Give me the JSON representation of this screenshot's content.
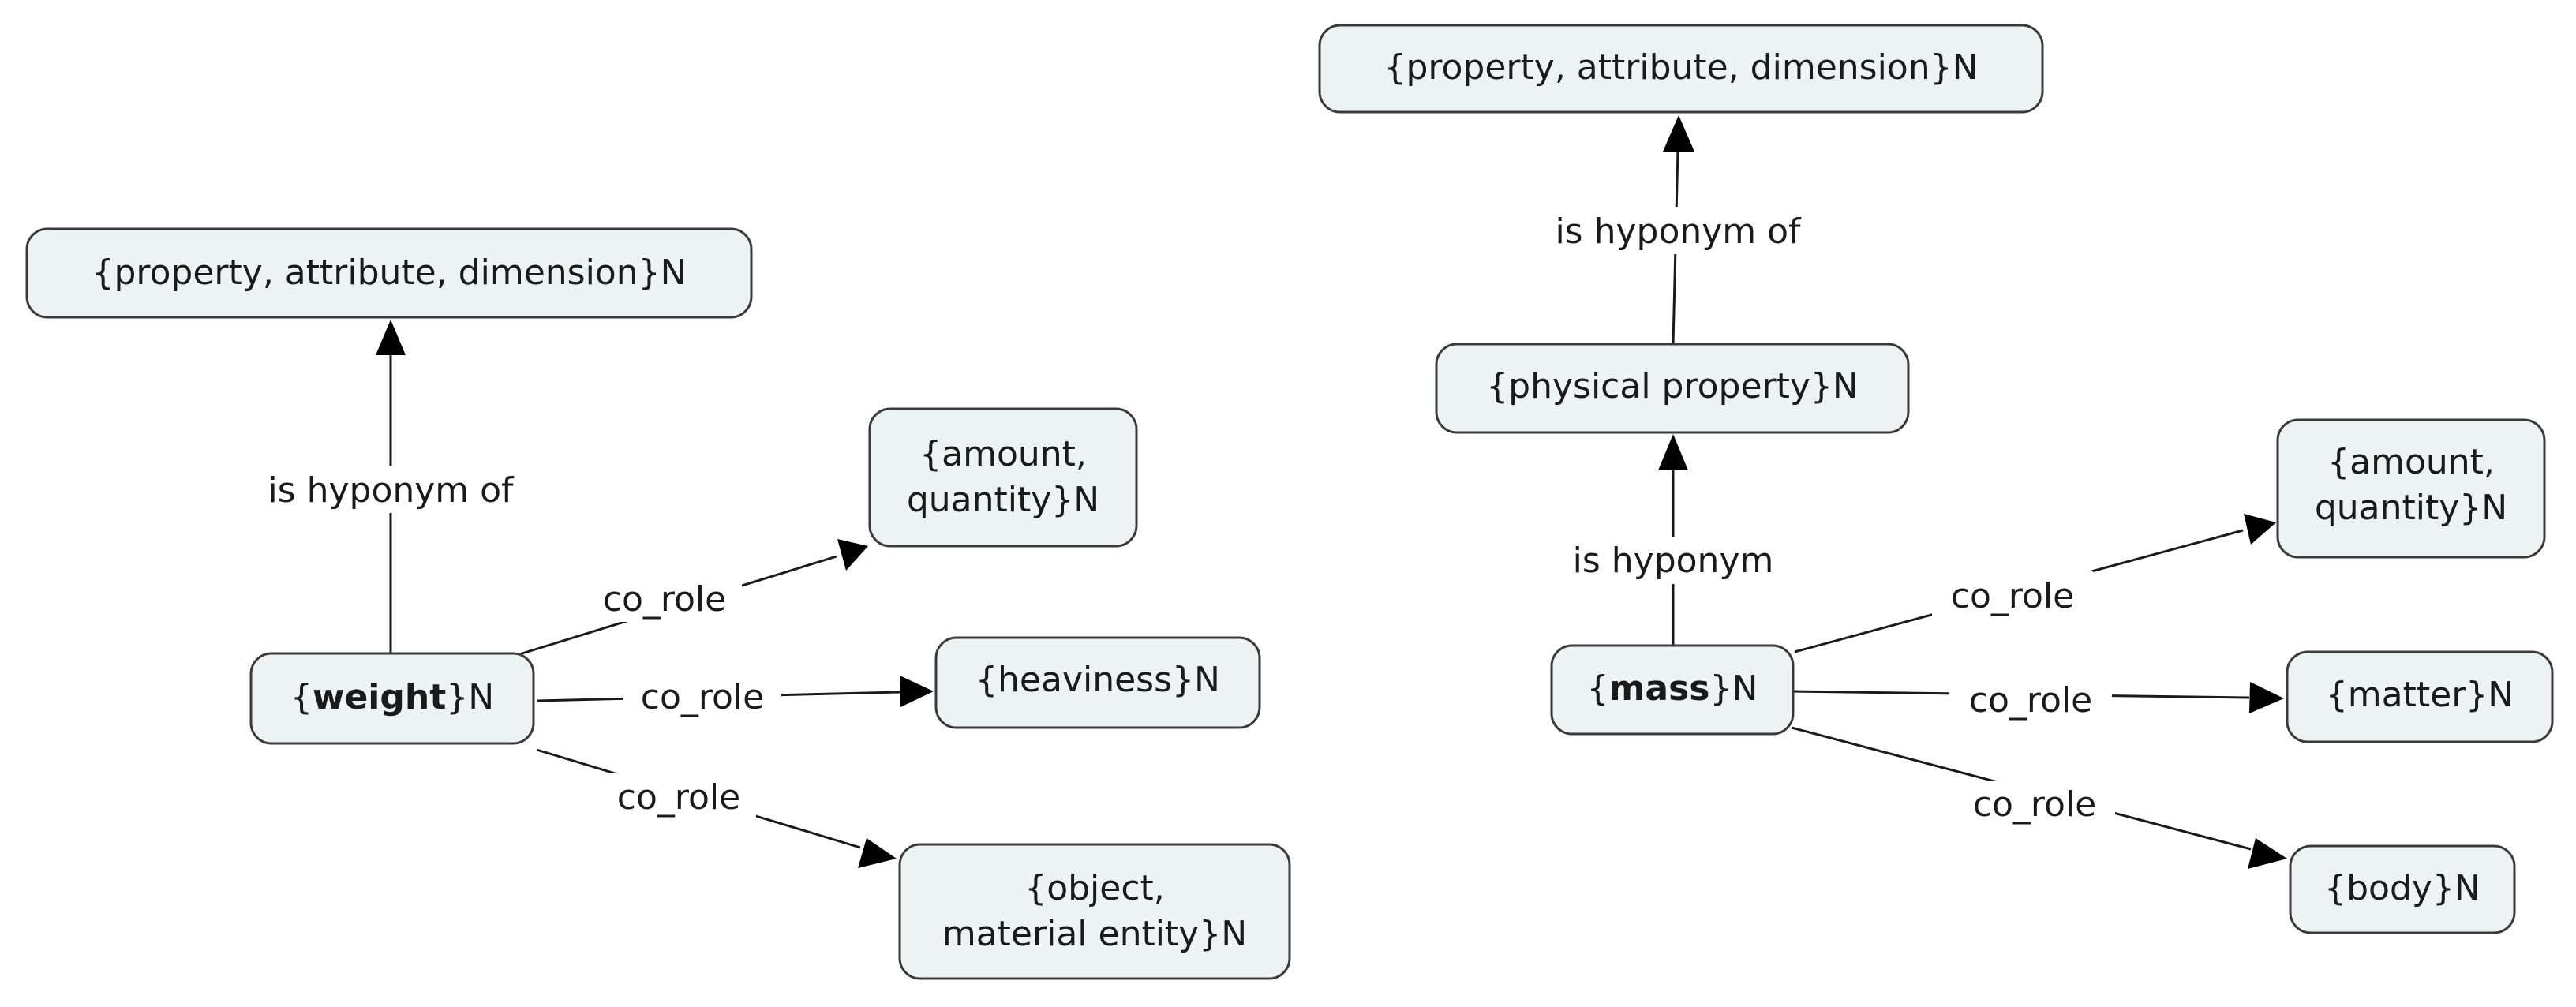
{
  "left_map": {
    "top_node": {
      "text": "{property, attribute, dimension}N"
    },
    "center_node": {
      "open": "{",
      "term": "weight",
      "close": "}N"
    },
    "link_hyponym": "is hyponym of",
    "node_amount": {
      "line1": "{amount,",
      "line2": "quantity}N"
    },
    "node_heaviness": {
      "text": "{heaviness}N"
    },
    "node_object": {
      "line1": "{object,",
      "line2": "material entity}N"
    },
    "link_corole_1": "co_role",
    "link_corole_2": "co_role",
    "link_corole_3": "co_role"
  },
  "right_map": {
    "top_node": {
      "text": "{property, attribute, dimension}N"
    },
    "link_top_hyponym": "is hyponym of",
    "mid_node": {
      "text": "{physical property}N"
    },
    "link_mid_hyponym": "is hyponym",
    "center_node": {
      "open": "{",
      "term": "mass",
      "close": "}N"
    },
    "node_amount": {
      "line1": "{amount,",
      "line2": "quantity}N"
    },
    "node_matter": {
      "text": "{matter}N"
    },
    "node_body": {
      "text": "{body}N"
    },
    "link_corole_1": "co_role",
    "link_corole_2": "co_role",
    "link_corole_3": "co_role"
  }
}
